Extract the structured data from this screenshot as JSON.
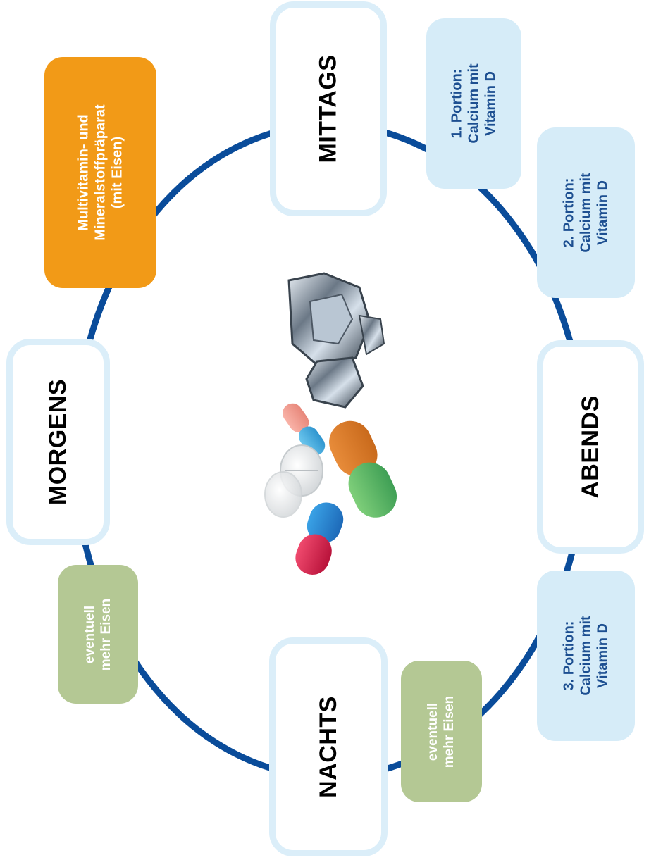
{
  "diagram": {
    "colors": {
      "ring": "#0a4c9a",
      "time_box_border": "#dbeef9",
      "calcium_box": "#d6ecf8",
      "calcium_text": "#1d4f91",
      "iron_box": "#b4c894",
      "multivitamin_box": "#f29a17"
    },
    "times": {
      "morning": "MORGENS",
      "midday": "MITTAGS",
      "evening": "ABENDS",
      "night": "NACHTS"
    },
    "multivitamin": {
      "lines": [
        "Multivitamin- und",
        "Mineralstoffpräparat",
        "(mit Eisen)"
      ]
    },
    "calcium_portions": [
      {
        "lines": [
          "1. Portion:",
          "Calcium mit",
          "Vitamin D"
        ]
      },
      {
        "lines": [
          "2. Portion:",
          "Calcium mit",
          "Vitamin D"
        ]
      },
      {
        "lines": [
          "3. Portion:",
          "Calcium mit",
          "Vitamin D"
        ]
      }
    ],
    "iron_extra": [
      {
        "lines": [
          "eventuell",
          "mehr Eisen"
        ]
      },
      {
        "lines": [
          "eventuell",
          "mehr Eisen"
        ]
      }
    ],
    "center_image": "pills-and-capsules-illustration"
  }
}
